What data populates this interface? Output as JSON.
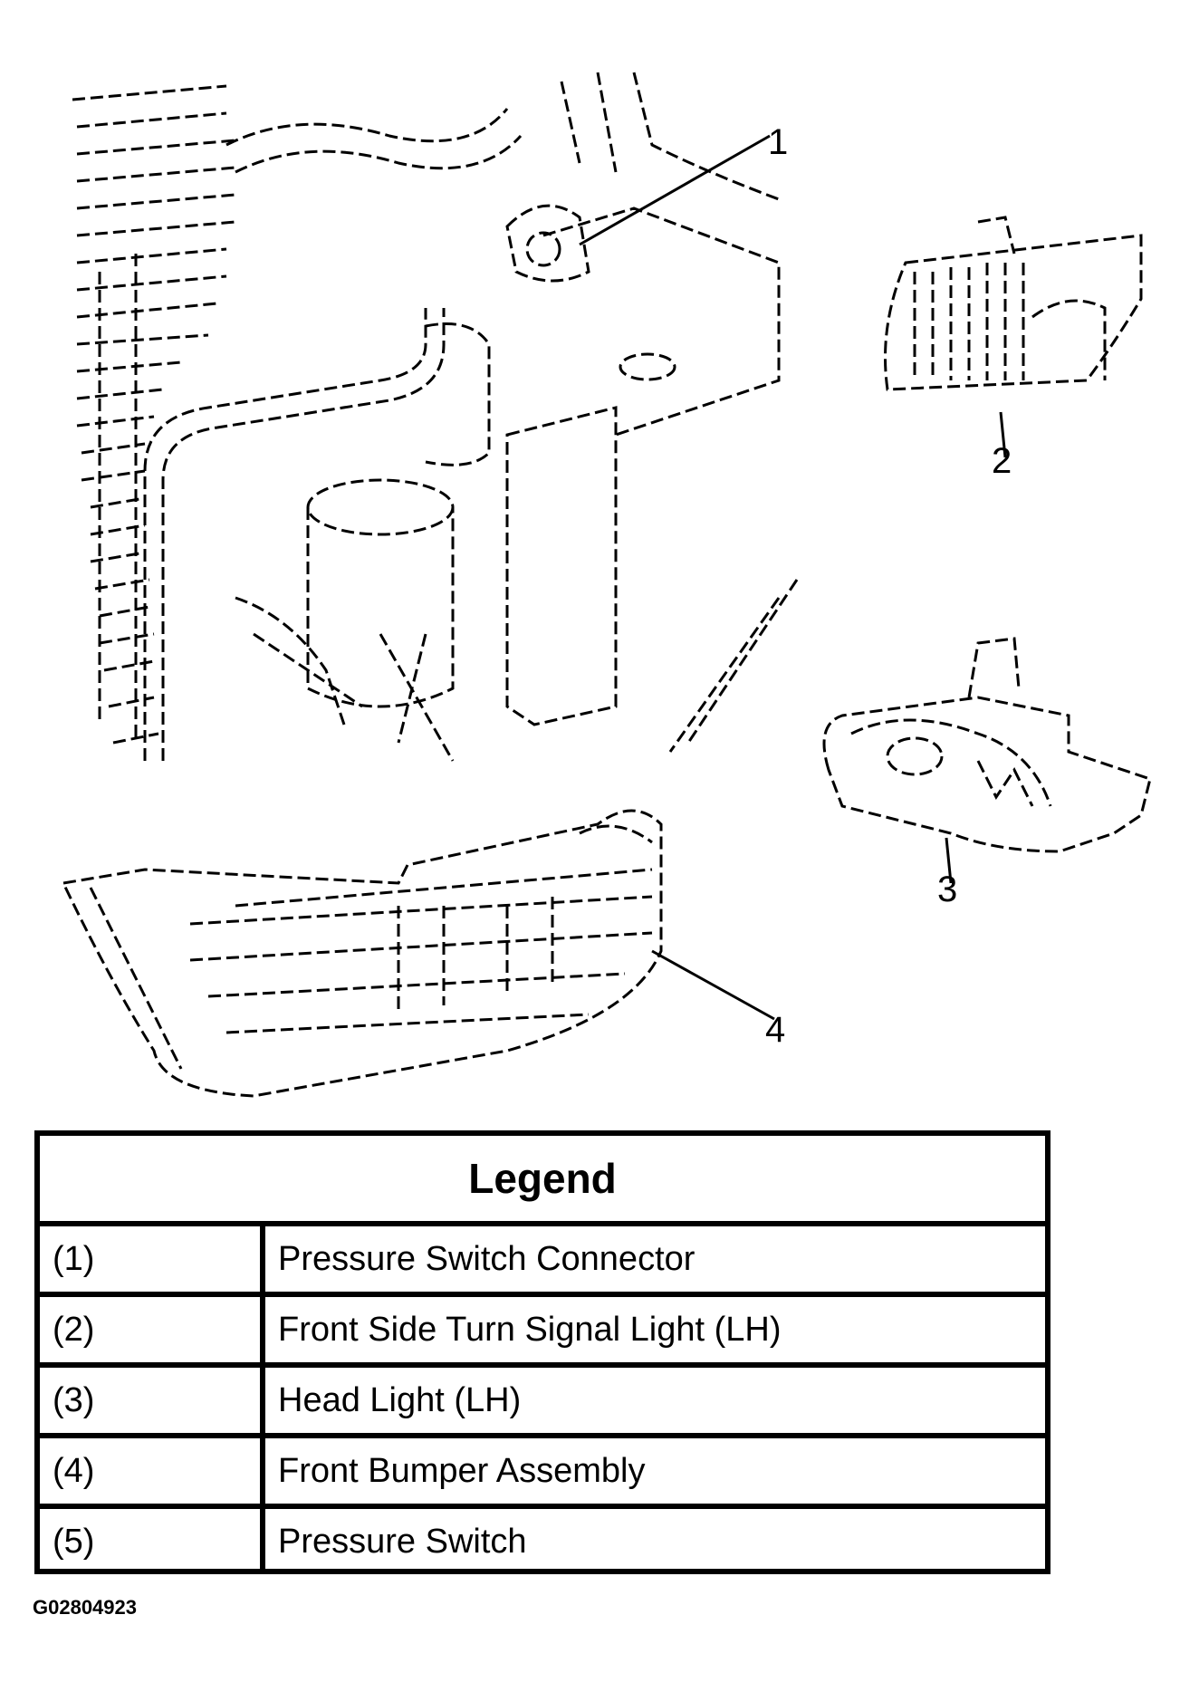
{
  "figure": {
    "callouts": [
      "1",
      "2",
      "3",
      "4"
    ]
  },
  "legend": {
    "title": "Legend",
    "rows": [
      {
        "num": "(1)",
        "desc": "Pressure Switch Connector"
      },
      {
        "num": "(2)",
        "desc": "Front Side Turn Signal Light (LH)"
      },
      {
        "num": "(3)",
        "desc": "Head Light (LH)"
      },
      {
        "num": "(4)",
        "desc": "Front Bumper Assembly"
      },
      {
        "num": "(5)",
        "desc": "Pressure Switch"
      }
    ]
  },
  "figure_id": "G02804923"
}
